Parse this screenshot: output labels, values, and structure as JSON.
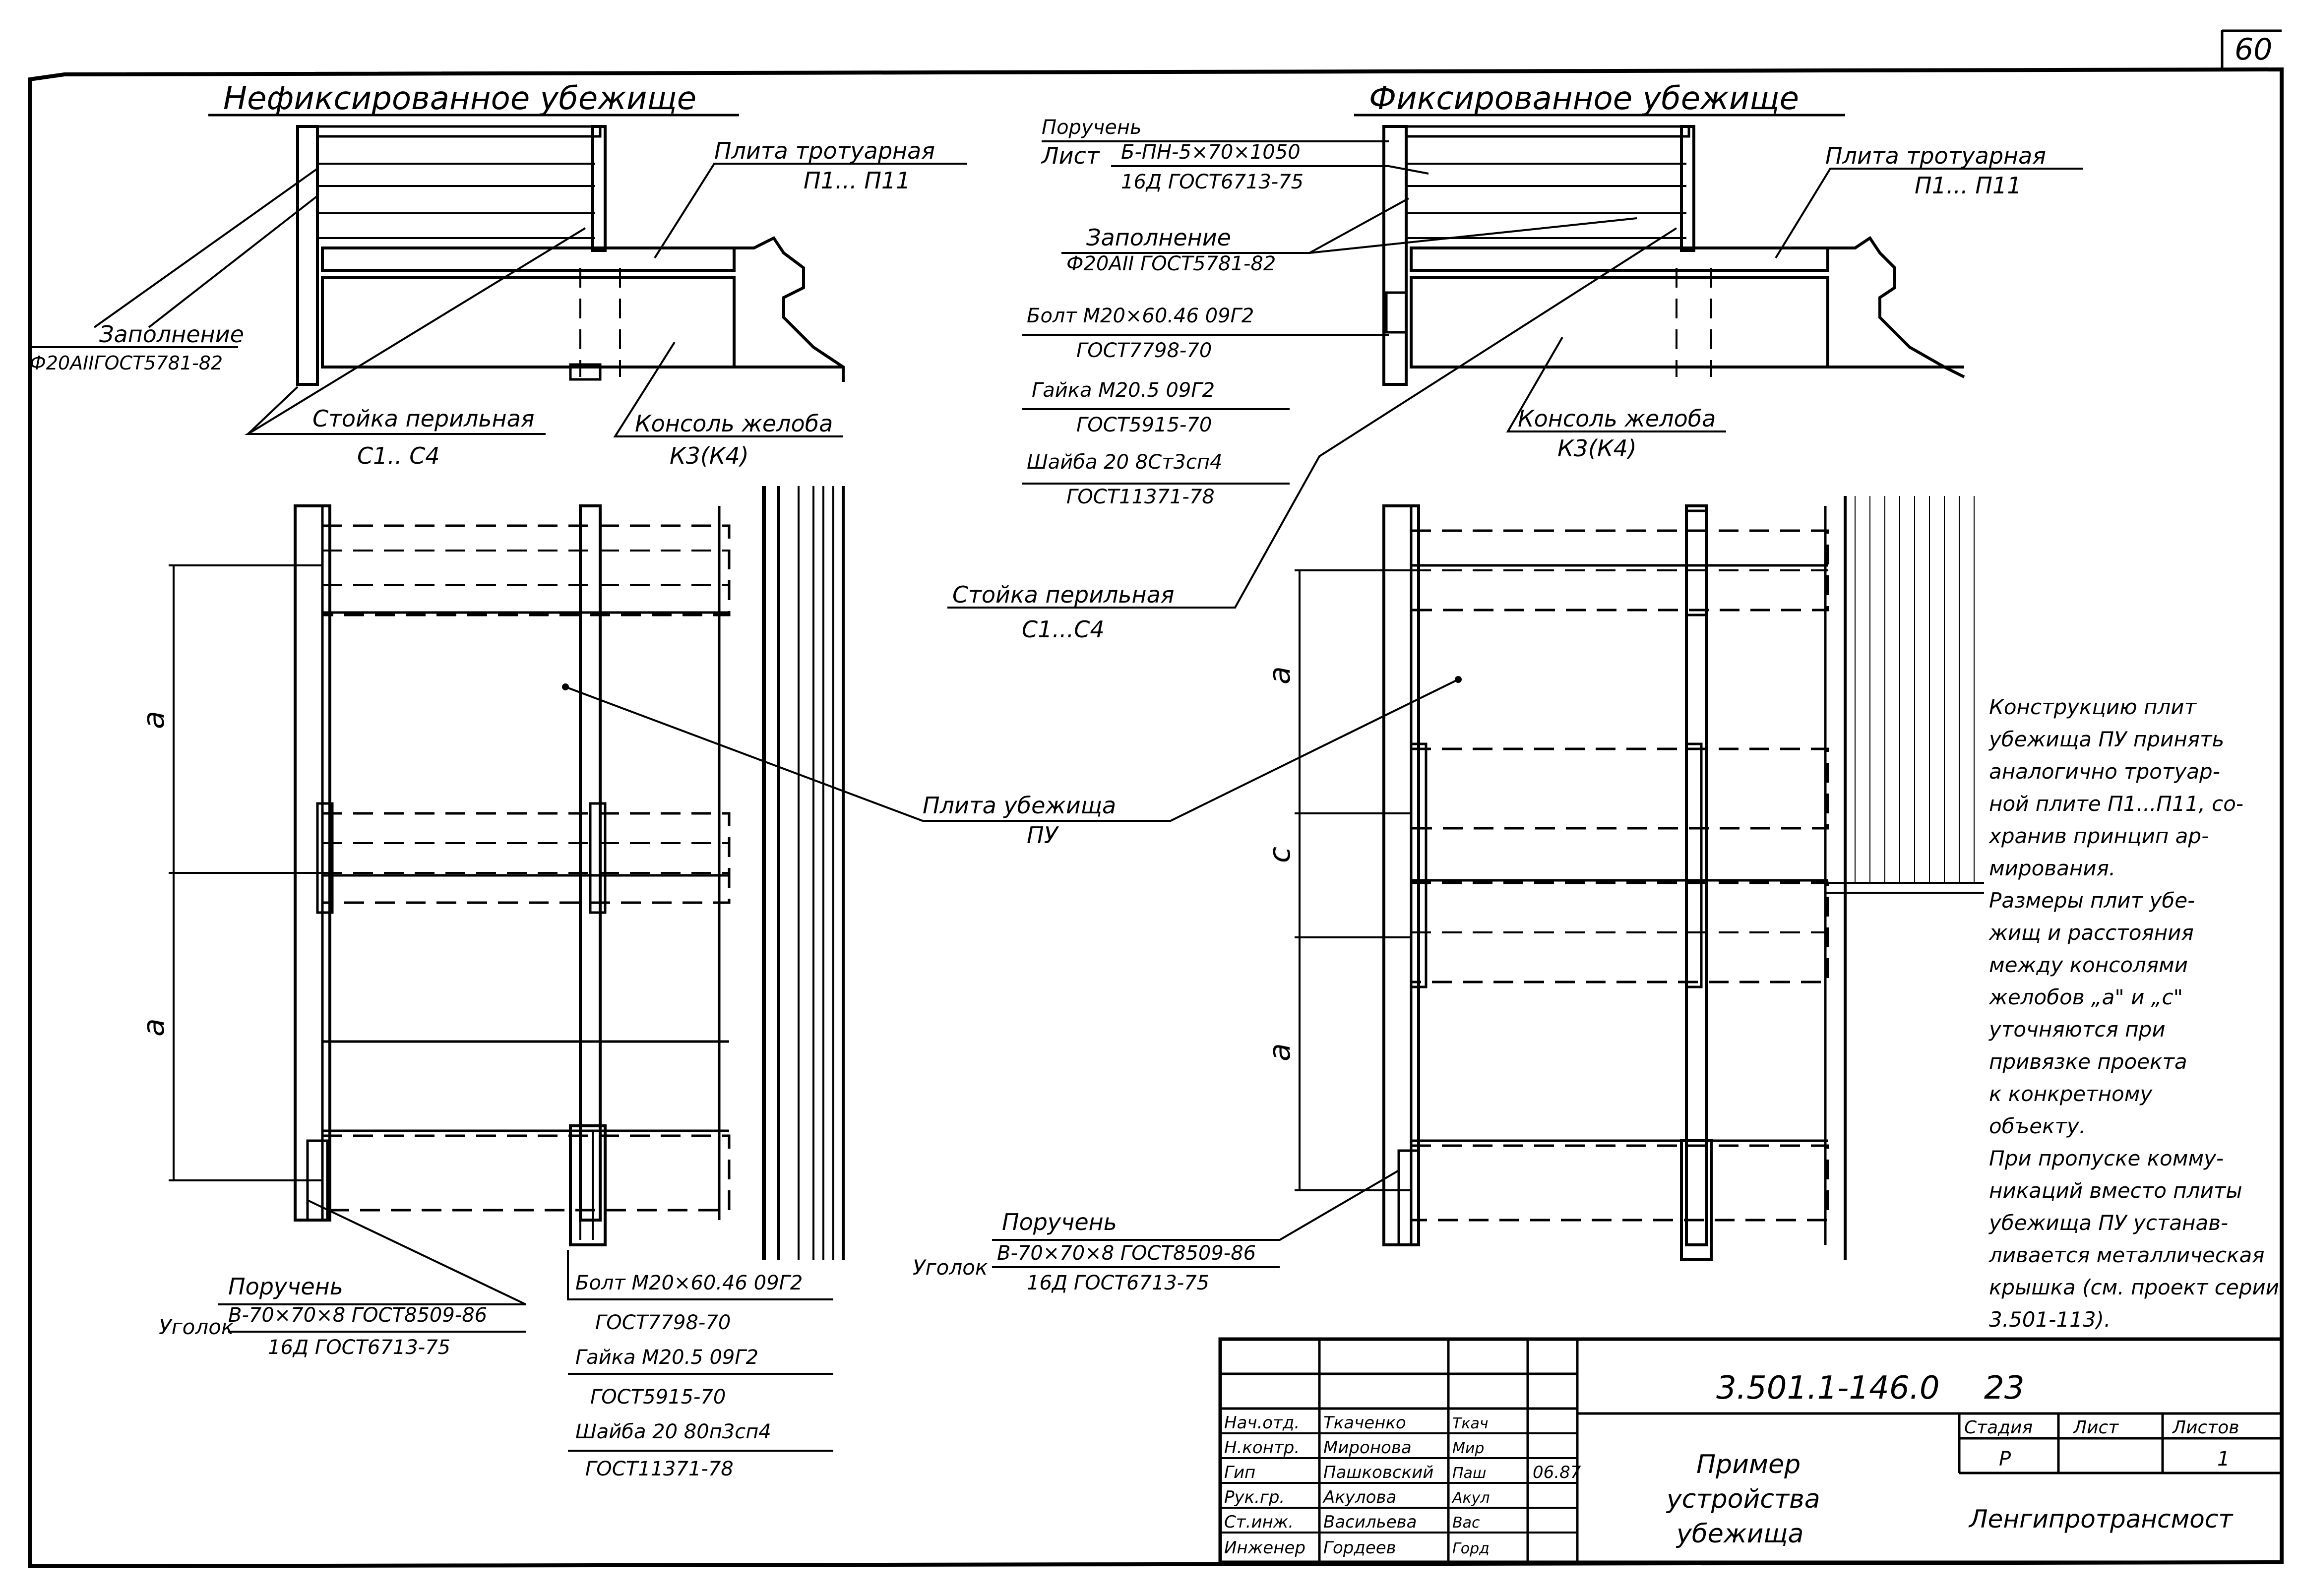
{
  "sheet_corner": "60",
  "left_view": {
    "title": "Нефиксированное убежище",
    "plate_label": [
      "Плита тротуарная",
      "П1... П11"
    ],
    "fill_label": [
      "Заполнение",
      "Ф20АIIГОСТ5781-82"
    ],
    "post_label": [
      "Стойка перильная",
      "С1.. С4"
    ],
    "console_label": [
      "Консоль желоба",
      "К3(К4)"
    ],
    "dim_a": "а",
    "rail_label": "Поручень",
    "angle_label": "Уголок",
    "angle_spec": [
      "В-70×70×8 ГОСТ8509-86",
      "16Д ГОСТ6713-75"
    ],
    "bolt_specs": [
      "Болт М20×60.46 09Г2",
      "ГОСТ7798-70",
      "Гайка М20.5 09Г2",
      "ГОСТ5915-70",
      "Шайба 20 80п3сп4",
      "ГОСТ11371-78"
    ]
  },
  "right_view": {
    "title": "Фиксированное убежище",
    "rail_label": "Поручень",
    "sheet_label": "Лист",
    "sheet_spec": [
      "Б-ПН-5×70×1050",
      "16Д ГОСТ6713-75"
    ],
    "fill_label": [
      "Заполнение",
      "Ф20АII ГОСТ5781-82"
    ],
    "bolt_specs": [
      "Болт М20×60.46 09Г2",
      "ГОСТ7798-70",
      "Гайка М20.5 09Г2",
      "ГОСТ5915-70",
      "Шайба 20 8Ст3сп4",
      "ГОСТ11371-78"
    ],
    "plate_label": [
      "Плита тротуарная",
      "П1... П11"
    ],
    "console_label": [
      "Консоль желоба",
      "К3(К4)"
    ],
    "post_label": [
      "Стойка перильная",
      "С1...С4"
    ],
    "dim_a": "а",
    "dim_c": "с",
    "rail_label_bottom": "Поручень",
    "angle_label": "Уголок",
    "angle_spec": [
      "В-70×70×8 ГОСТ8509-86",
      "16Д ГОСТ6713-75"
    ]
  },
  "shelter_plate_label": [
    "Плита убежища",
    "ПУ"
  ],
  "notes": [
    "Конструкцию плит",
    "убежища ПУ принять",
    "аналогично тротуар-",
    "ной плите П1...П11, со-",
    "хранив принцип ар-",
    "мирования.",
    "Размеры плит убе-",
    "жищ и расстояния",
    "между консолями",
    "желобов „а\" и „с\"",
    "уточняются при",
    "привязке проекта",
    "к конкретному",
    "объекту.",
    "При пропуске комму-",
    "никаций вместо плиты",
    "убежища ПУ устанав-",
    "ливается металлическая",
    "крышка (см. проект серии",
    "3.501-113)."
  ],
  "title_block": {
    "doc_code": "3.501.1-146.0",
    "doc_number": "23",
    "rows": [
      {
        "role": "Нач.отд.",
        "name": "Ткаченко",
        "sign": "Ткач"
      },
      {
        "role": "Н.контр.",
        "name": "Миронова",
        "sign": "Мир"
      },
      {
        "role": "Гип",
        "name": "Пашковский",
        "sign": "Паш"
      },
      {
        "role": "Рук.гр.",
        "name": "Акулова",
        "sign": "Акул"
      },
      {
        "role": "Ст.инж.",
        "name": "Васильева",
        "sign": "Вас"
      },
      {
        "role": "Инженер",
        "name": "Гордеев",
        "sign": "Горд"
      }
    ],
    "date": "06.87",
    "drawing_title": [
      "Пример",
      "устройства",
      "убежища"
    ],
    "stage_header": "Стадия",
    "sheet_header": "Лист",
    "sheets_header": "Листов",
    "stage_value": "Р",
    "sheets_value": "1",
    "organization": "Ленгипротрансмост"
  }
}
